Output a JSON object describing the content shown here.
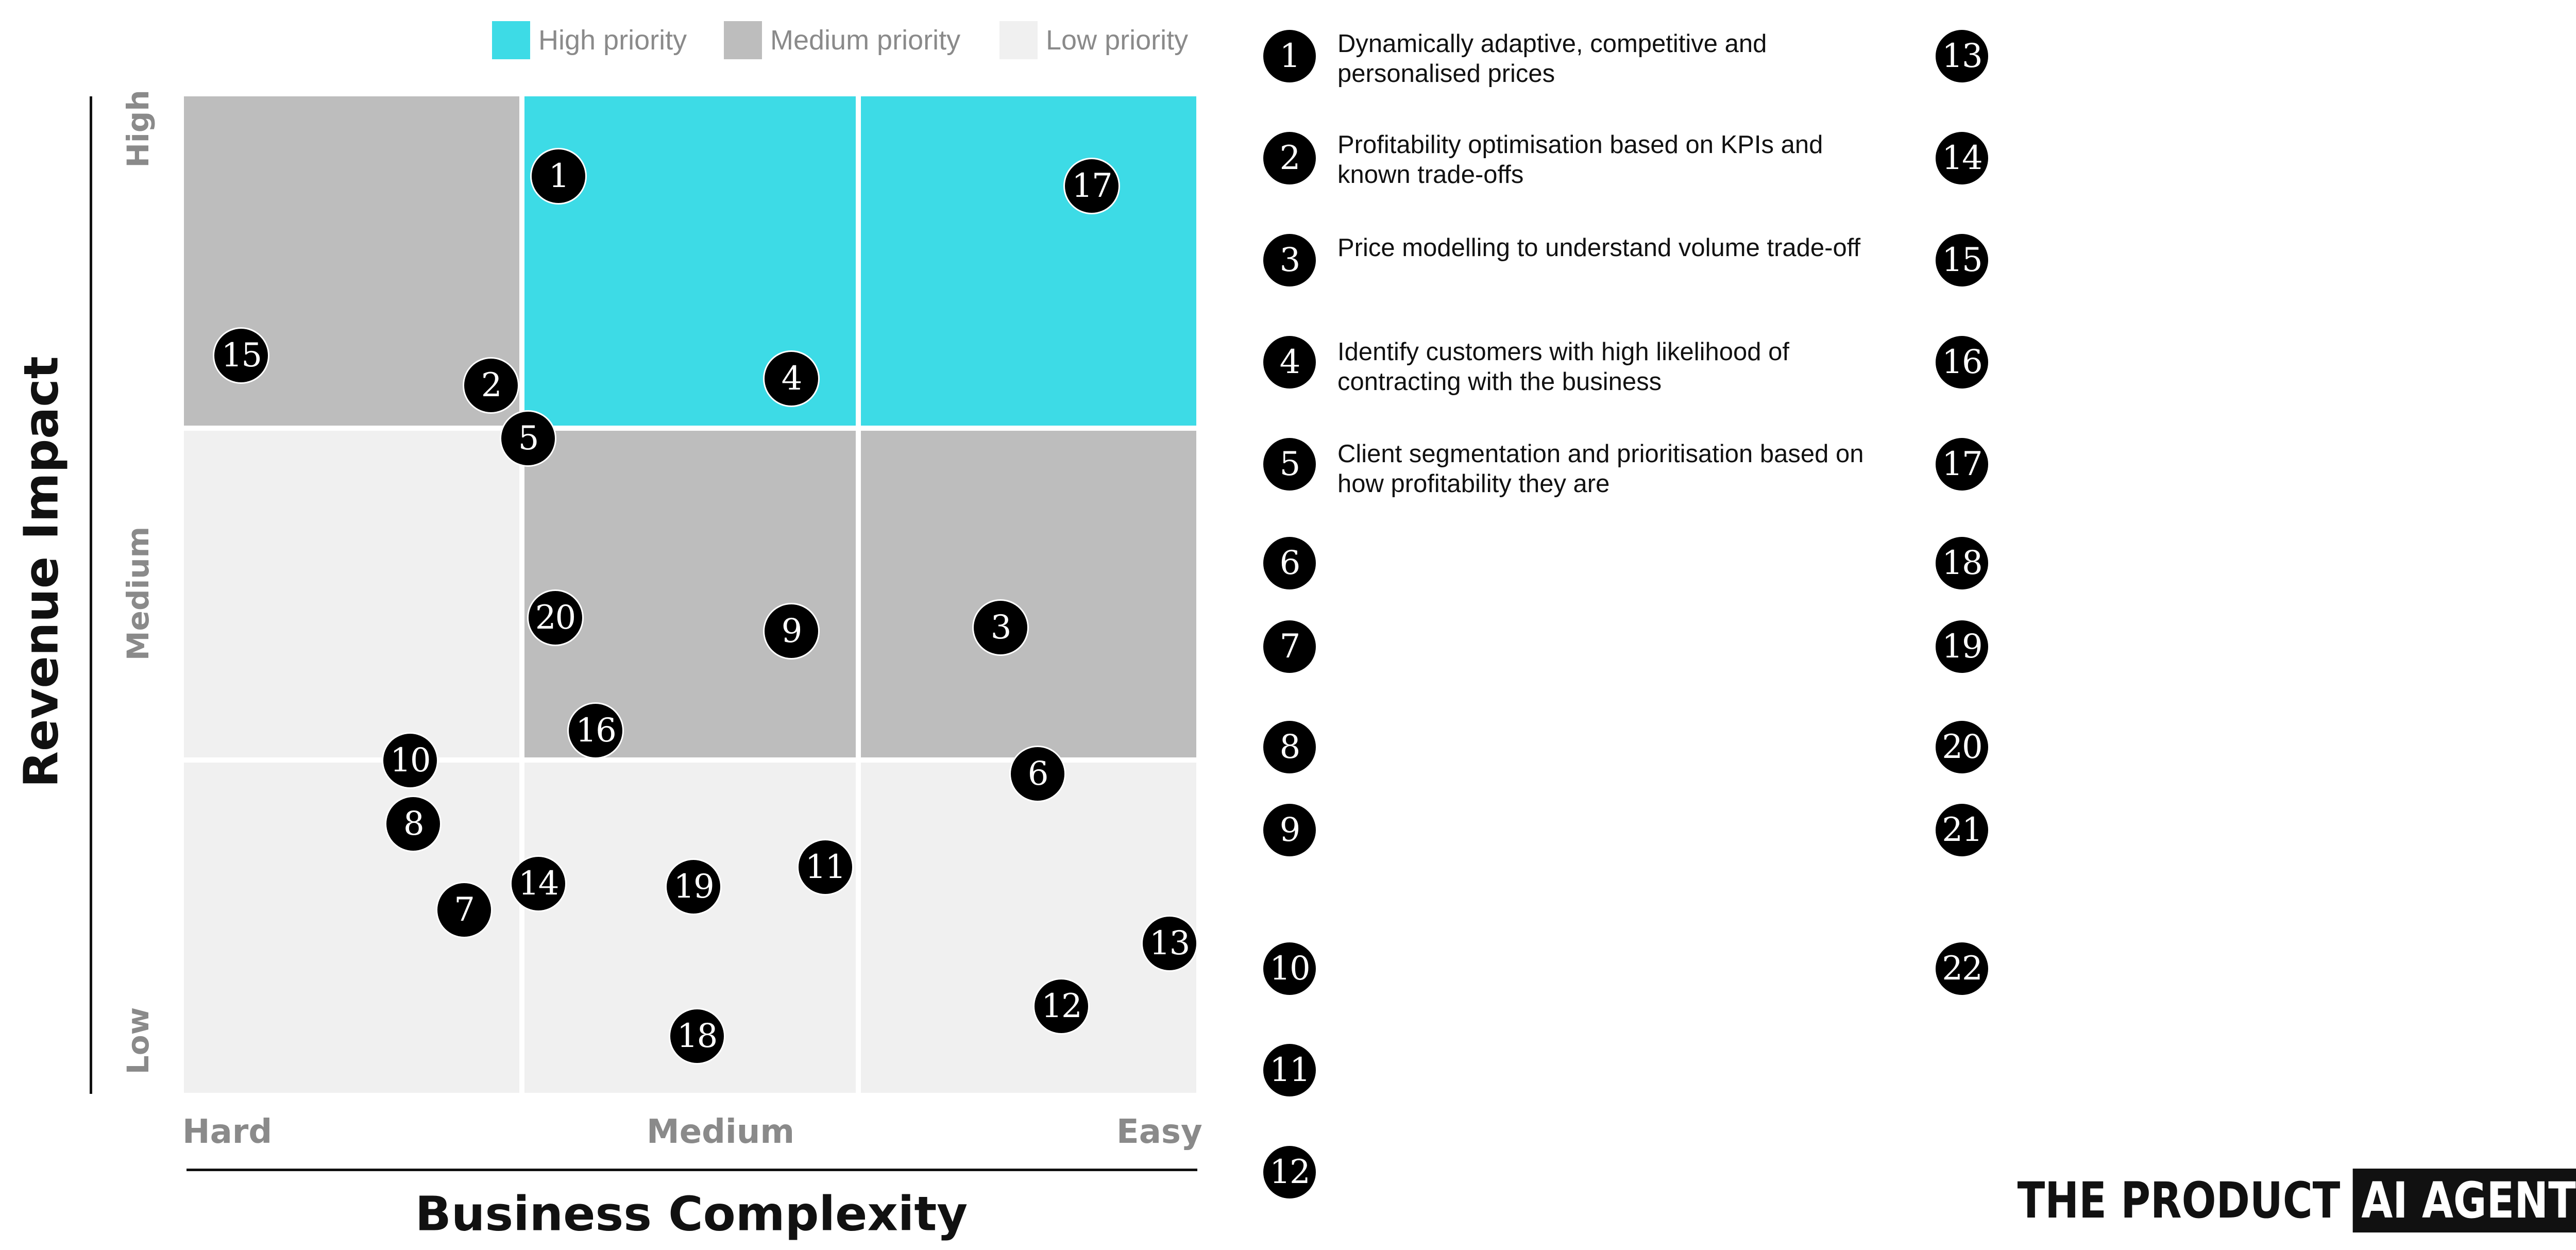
{
  "legend": [
    {
      "label": "High priority",
      "color": "#3ddbe6"
    },
    {
      "label": "Medium priority",
      "color": "#bdbdbd"
    },
    {
      "label": "Low priority",
      "color": "#f0f0f0"
    }
  ],
  "axes": {
    "y_title": "Revenue Impact",
    "x_title": "Business Complexity",
    "y_ticks": [
      "High",
      "Medium",
      "Low"
    ],
    "x_ticks": [
      "Hard",
      "Medium",
      "Easy"
    ]
  },
  "matrix": {
    "rows": [
      "High",
      "Medium",
      "Low"
    ],
    "columns": [
      "Hard",
      "Medium",
      "Easy"
    ],
    "cells": [
      [
        "Medium priority",
        "High priority",
        "High priority"
      ],
      [
        "Low priority",
        "Medium priority",
        "Medium priority"
      ],
      [
        "Low priority",
        "Low priority",
        "Low priority"
      ]
    ]
  },
  "markers": [
    {
      "id": "1",
      "complexity": 1.11,
      "impact": 2.76
    },
    {
      "id": "2",
      "complexity": 0.91,
      "impact": 2.13
    },
    {
      "id": "3",
      "complexity": 2.42,
      "impact": 1.4
    },
    {
      "id": "4",
      "complexity": 1.8,
      "impact": 2.15
    },
    {
      "id": "5",
      "complexity": 1.02,
      "impact": 1.97
    },
    {
      "id": "6",
      "complexity": 2.53,
      "impact": 0.96
    },
    {
      "id": "7",
      "complexity": 0.83,
      "impact": 0.55
    },
    {
      "id": "8",
      "complexity": 0.68,
      "impact": 0.81
    },
    {
      "id": "9",
      "complexity": 1.8,
      "impact": 1.39
    },
    {
      "id": "10",
      "complexity": 0.67,
      "impact": 1.0
    },
    {
      "id": "11",
      "complexity": 1.9,
      "impact": 0.68
    },
    {
      "id": "12",
      "complexity": 2.6,
      "impact": 0.26
    },
    {
      "id": "13",
      "complexity": 2.92,
      "impact": 0.45
    },
    {
      "id": "14",
      "complexity": 1.05,
      "impact": 0.63
    },
    {
      "id": "15",
      "complexity": 0.17,
      "impact": 2.22
    },
    {
      "id": "16",
      "complexity": 1.22,
      "impact": 1.09
    },
    {
      "id": "17",
      "complexity": 2.69,
      "impact": 2.73
    },
    {
      "id": "18",
      "complexity": 1.52,
      "impact": 0.17
    },
    {
      "id": "19",
      "complexity": 1.51,
      "impact": 0.62
    },
    {
      "id": "20",
      "complexity": 1.1,
      "impact": 1.43
    }
  ],
  "descriptions": [
    {
      "num": "1",
      "text": "Dynamically adaptive, competitive and personalised prices"
    },
    {
      "num": "2",
      "text": "Profitability optimisation based on KPIs and known trade-offs"
    },
    {
      "num": "3",
      "text": "Price modelling to understand volume trade-off"
    },
    {
      "num": "4",
      "text": "Identify customers with high likelihood of contracting with the business"
    },
    {
      "num": "5",
      "text": "Client segmentation and prioritisation based on how profitability they are"
    },
    {
      "num": "6",
      "text": ""
    },
    {
      "num": "7",
      "text": ""
    },
    {
      "num": "8",
      "text": ""
    },
    {
      "num": "9",
      "text": ""
    },
    {
      "num": "10",
      "text": ""
    },
    {
      "num": "11",
      "text": ""
    },
    {
      "num": "12",
      "text": ""
    },
    {
      "num": "13",
      "text": ""
    },
    {
      "num": "14",
      "text": ""
    },
    {
      "num": "15",
      "text": ""
    },
    {
      "num": "16",
      "text": ""
    },
    {
      "num": "17",
      "text": ""
    },
    {
      "num": "18",
      "text": ""
    },
    {
      "num": "19",
      "text": ""
    },
    {
      "num": "20",
      "text": ""
    },
    {
      "num": "21",
      "text": ""
    },
    {
      "num": "22",
      "text": ""
    }
  ],
  "brand": {
    "part1": "THE PRODUCT",
    "part2": "AI AGENT"
  }
}
